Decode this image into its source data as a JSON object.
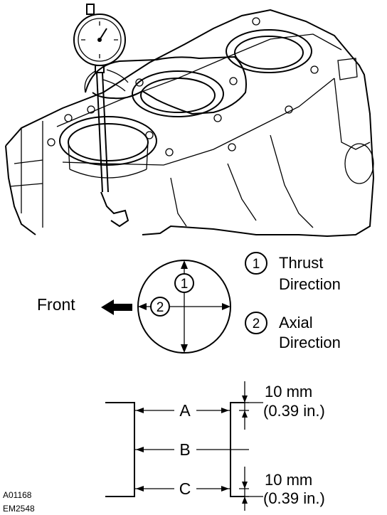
{
  "bore_diagram": {
    "front_label": "Front",
    "marker_1": "1",
    "marker_2": "2"
  },
  "legend": [
    {
      "marker": "1",
      "line1": "Thrust",
      "line2": "Direction"
    },
    {
      "marker": "2",
      "line1": "Axial",
      "line2": "Direction"
    }
  ],
  "measurement_diagram": {
    "positions": [
      "A",
      "B",
      "C"
    ],
    "top_offset": {
      "metric": "10 mm",
      "imperial": "(0.39 in.)"
    },
    "bottom_offset": {
      "metric": "10 mm",
      "imperial": "(0.39 in.)"
    }
  },
  "figure_codes": [
    "A01168",
    "EM2548"
  ]
}
